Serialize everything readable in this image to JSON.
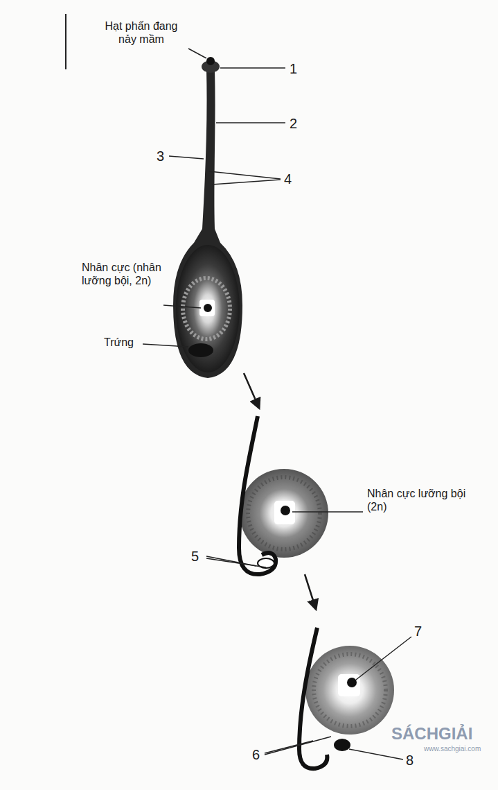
{
  "diagram": {
    "labels": [
      "Hạt phấn đang nảy mầm",
      "1",
      "2",
      "3",
      "4",
      "Nhân cực (nhân lưỡng bội, 2n)",
      "Trứng",
      "Nhân cực lưỡng bội (2n)",
      "5",
      "6",
      "7",
      "8",
      "SÁCHGIẢI",
      "www.sachgiai.com"
    ]
  }
}
